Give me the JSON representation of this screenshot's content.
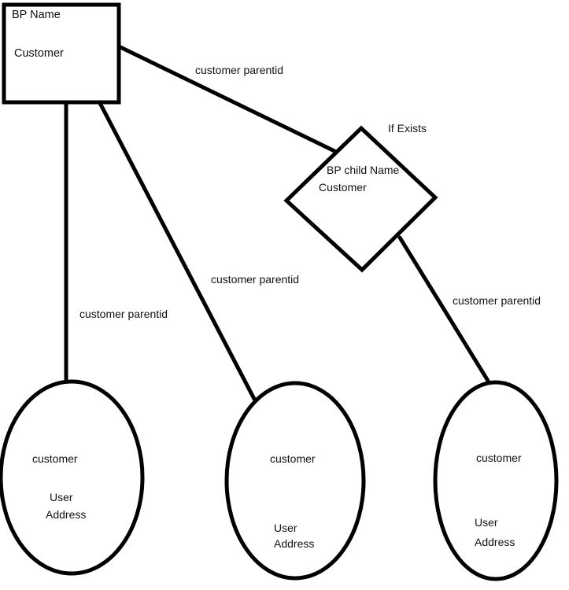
{
  "diagram": {
    "root": {
      "title": "BP Name",
      "subtitle": "Customer"
    },
    "child": {
      "condition": "If Exists",
      "title": "BP child Name",
      "subtitle": "Customer"
    },
    "edges": {
      "root_to_child": "customer parentid",
      "root_to_leaf1": "customer parentid",
      "root_to_leaf2": "customer parentid",
      "child_to_leaf3": "customer parentid"
    },
    "leaves": [
      {
        "title": "customer",
        "line1": "User",
        "line2": "Address"
      },
      {
        "title": "customer",
        "line1": "User",
        "line2": "Address"
      },
      {
        "title": "customer",
        "line1": "User",
        "line2": "Address"
      }
    ],
    "colors": {
      "stroke": "#000000",
      "background": "#ffffff",
      "text": "#111111"
    }
  }
}
